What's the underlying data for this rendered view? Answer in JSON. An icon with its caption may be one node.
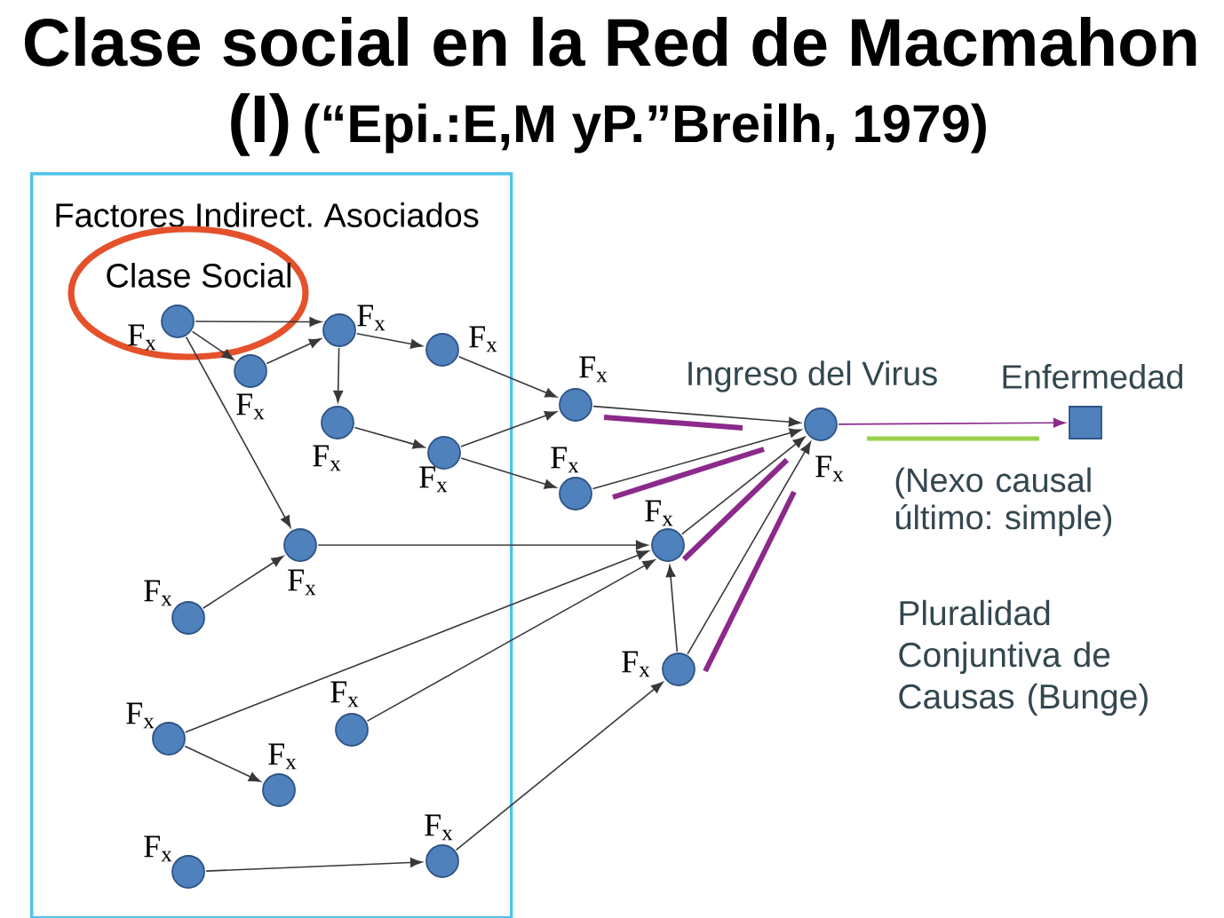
{
  "diagram": {
    "title": "Clase social en la Red de Macmahon",
    "nodes": [
      {
        "text": [
          "Factores Indirect. Asociados"
        ]
      },
      {
        "text": [
          "Clase Social"
        ],
        "in": 0
      },
      {
        "text": [],
        "shape": "circle",
        "beside": [
          "F$_{x}$"
        ],
        "in": 1
      },
      {
        "text": [],
        "shape": "circle",
        "beside": [
          "F$_{x}$"
        ],
        "in": 0
      },
      {
        "text": [],
        "shape": "circle",
        "beside": [
          "F$_{x}$"
        ],
        "in": 0
      },
      {
        "text": [],
        "shape": "circle",
        "beside": [
          "F$_{x}$"
        ],
        "in": 0
      },
      {
        "text": [],
        "shape": "circle",
        "beside": [
          "F$_{x}$"
        ],
        "in": 0
      },
      {
        "text": [],
        "shape": "circle",
        "beside": [
          "F$_{x}$"
        ],
        "in": 0
      },
      {
        "text": [],
        "shape": "circle",
        "beside": [
          "F$_{x}$"
        ]
      },
      {
        "text": [
          "Ingreso del Virus"
        ],
        "beside": [
          "F$_{x}$"
        ]
      },
      {
        "text": [
          "Enfermedad"
        ]
      },
      {
        "text": [],
        "shape": "circle",
        "beside": [
          "F$_{x}$"
        ]
      },
      {
        "text": [],
        "shape": "circle",
        "beside": [
          "F$_{x}$"
        ],
        "in": 0
      },
      {
        "text": [],
        "shape": "circle",
        "beside": [
          "F$_{x}$"
        ]
      },
      {
        "text": [],
        "shape": "circle",
        "beside": [
          "F$_{x}$"
        ],
        "in": 0
      },
      {
        "text": [],
        "shape": "circle",
        "beside": [
          "F$_{x}$"
        ]
      },
      {
        "text": [],
        "shape": "circle",
        "beside": [
          "F$_{x}$"
        ],
        "in": 0
      },
      {
        "text": [],
        "shape": "circle",
        "beside": [
          "F$_{x}$"
        ],
        "in": 0
      },
      {
        "text": [],
        "shape": "circle",
        "beside": [
          "F$_{x}$"
        ],
        "in": 0
      },
      {
        "text": [],
        "shape": "circle",
        "beside": [
          "F$_{x}$"
        ],
        "in": 0
      },
      {
        "text": [],
        "shape": "circle",
        "beside": [
          "F$_{x}$"
        ],
        "in": 0
      }
    ],
    "edges": [
      {
        "from": 2,
        "to": 3,
        "arrow": "to"
      },
      {
        "from": 2,
        "to": 4,
        "arrow": "to"
      },
      {
        "from": 4,
        "to": 3,
        "arrow": "to"
      },
      {
        "from": 2,
        "to": 12,
        "arrow": "to"
      },
      {
        "from": 3,
        "to": 5,
        "arrow": "to"
      },
      {
        "from": 3,
        "to": 6,
        "arrow": "to"
      },
      {
        "from": 6,
        "to": 7,
        "arrow": "to"
      },
      {
        "from": 5,
        "to": 8,
        "arrow": "to"
      },
      {
        "from": 7,
        "to": 8,
        "arrow": "to"
      },
      {
        "from": 7,
        "to": 11,
        "arrow": "to"
      },
      {
        "from": 8,
        "to": 9,
        "arrow": "to"
      },
      {
        "from": 11,
        "to": 9,
        "arrow": "to"
      },
      {
        "from": 9,
        "to": 10,
        "arrow": "to",
        "color": "#8b2a8b"
      },
      {
        "from": 14,
        "to": 12,
        "arrow": "to"
      },
      {
        "from": 12,
        "to": 13,
        "arrow": "to"
      },
      {
        "from": 13,
        "to": 9,
        "arrow": "to"
      },
      {
        "from": 15,
        "to": 13,
        "arrow": "to"
      },
      {
        "from": 15,
        "to": 9,
        "arrow": "to"
      },
      {
        "from": 17,
        "to": 13,
        "arrow": "to"
      },
      {
        "from": 16,
        "to": 13,
        "arrow": "to"
      },
      {
        "from": 17,
        "to": 18,
        "arrow": "to"
      },
      {
        "from": 20,
        "to": 19,
        "arrow": "to"
      },
      {
        "from": 19,
        "to": 15,
        "arrow": "to"
      }
    ],
    "labels": [
      "(I)",
      "(“Epi.:E,M yP.”Breilh, 1979)",
      "(Nexo causal último: simple)",
      "Pluralidad Conjuntiva de Causas (Bunge)"
    ]
  }
}
